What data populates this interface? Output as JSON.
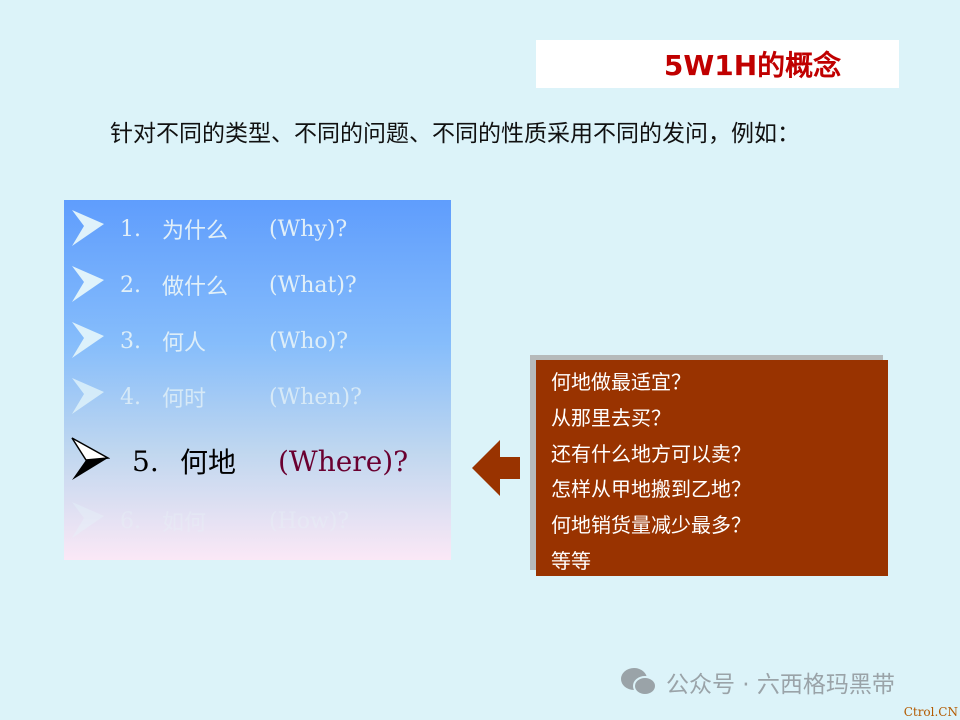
{
  "title": "5W1H的概念",
  "subtitle": "针对不同的类型、不同的问题、不同的性质采用不同的发问，例如：",
  "items": [
    {
      "num": "1.",
      "zh": "为什么",
      "en": "(Why)?"
    },
    {
      "num": "2.",
      "zh": "做什么",
      "en": "(What)?"
    },
    {
      "num": "3.",
      "zh": "何人",
      "en": "(Who)?"
    },
    {
      "num": "4.",
      "zh": "何时",
      "en": "(When)?"
    },
    {
      "num": "5.",
      "zh": "何地",
      "en": "(Where)?"
    },
    {
      "num": "6.",
      "zh": "如何",
      "en": "(How)?"
    }
  ],
  "active_index": 4,
  "questions": [
    "何地做最适宜？",
    "从那里去买？",
    "还有什么地方可以卖？",
    "怎样从甲地搬到乙地？",
    "何地销货量减少最多？",
    " 等等"
  ],
  "colors": {
    "title": "#c00000",
    "box": "#993300",
    "background": "#dcf3f9"
  },
  "footer": {
    "icon": "wechat-icon",
    "text": "公众号 · 六西格玛黑带"
  },
  "watermark": "Ctrol.CN"
}
